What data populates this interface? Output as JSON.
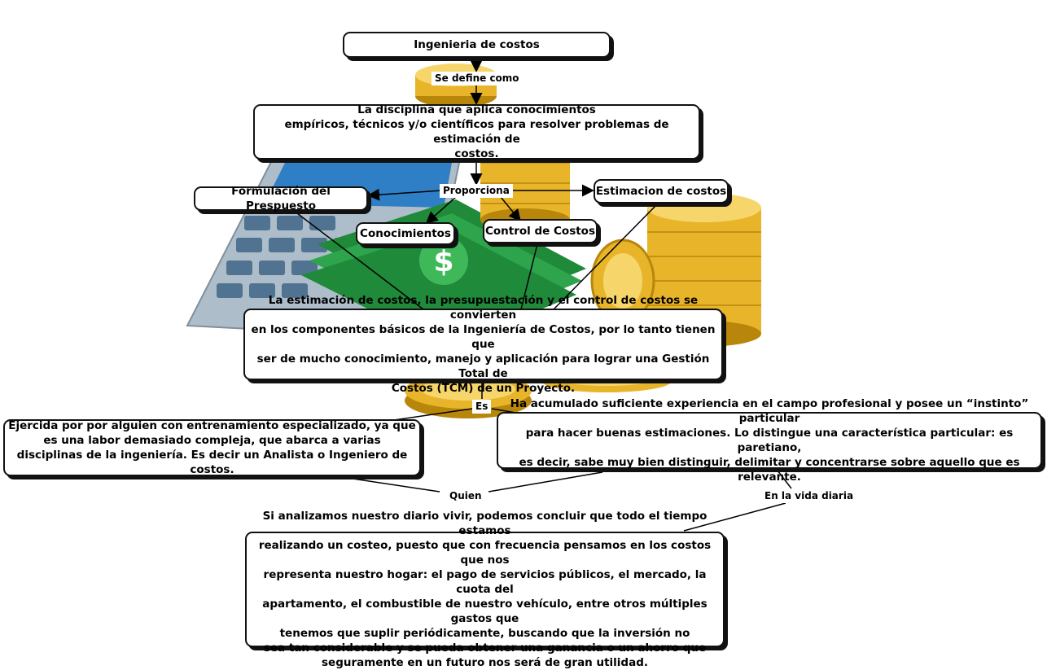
{
  "nodes": {
    "title": "Ingenieria de costos",
    "definition": "La disciplina que aplica conocimientos\nempíricos, técnicos y/o científicos para resolver problemas de estimación de\ncostos.",
    "formulacion": "Formulación del Prespuesto",
    "estimacion": "Estimacion de costos",
    "conocimientos": "Conocimientos",
    "control": "Control de Costos",
    "componentes": "La estimación de costos, la presupuestación y el control de costos se convierten\nen los componentes básicos de la Ingeniería de Costos, por lo tanto tienen que\nser de mucho conocimiento, manejo y aplicación para lograr una Gestión Total de\nCostos (TCM) de un Proyecto.",
    "ejercida": "Ejercida por por alguien con entrenamiento especializado, ya que\nes una labor demasiado compleja, que abarca a varias\ndisciplinas de la ingeniería. Es decir un Analista o Ingeniero de costos.",
    "experiencia": "Ha acumulado suficiente experiencia en el campo profesional y posee un “instinto” particular\npara hacer buenas estimaciones. Lo distingue una característica particular: es paretiano,\nes decir, sabe muy bien distinguir, delimitar y concentrarse sobre aquello que es relevante.",
    "vida_diaria": "Si analizamos nuestro diario vivir, podemos concluir que todo el tiempo estamos\nrealizando un costeo, puesto que con frecuencia pensamos en los costos que nos\nrepresenta nuestro hogar: el pago de servicios públicos, el mercado, la cuota del\napartamento, el combustible de nuestro vehículo, entre otros múltiples gastos que\ntenemos que suplir periódicamente, buscando que la inversión no\nsea tan considerable y se pueda obtener una ganancia o un ahorro que\nseguramente en un futuro nos será de gran utilidad."
  },
  "connectors": {
    "se_define_como": "Se define como",
    "proporciona": "Proporciona",
    "es": "Es",
    "quien": "Quien",
    "en_la_vida_diaria": "En la vida diaria"
  },
  "background": {
    "illustration": "calculator-money-coins",
    "colors": {
      "coin": "#e8b52a",
      "coin_light": "#f6d66a",
      "coin_dark": "#b8860b",
      "bill": "#1f8a3a",
      "bill_light": "#3fb85a",
      "calculator": "#b7c4cf",
      "calc_key": "#5d7f98",
      "calc_screen": "#2f7fc6"
    }
  }
}
